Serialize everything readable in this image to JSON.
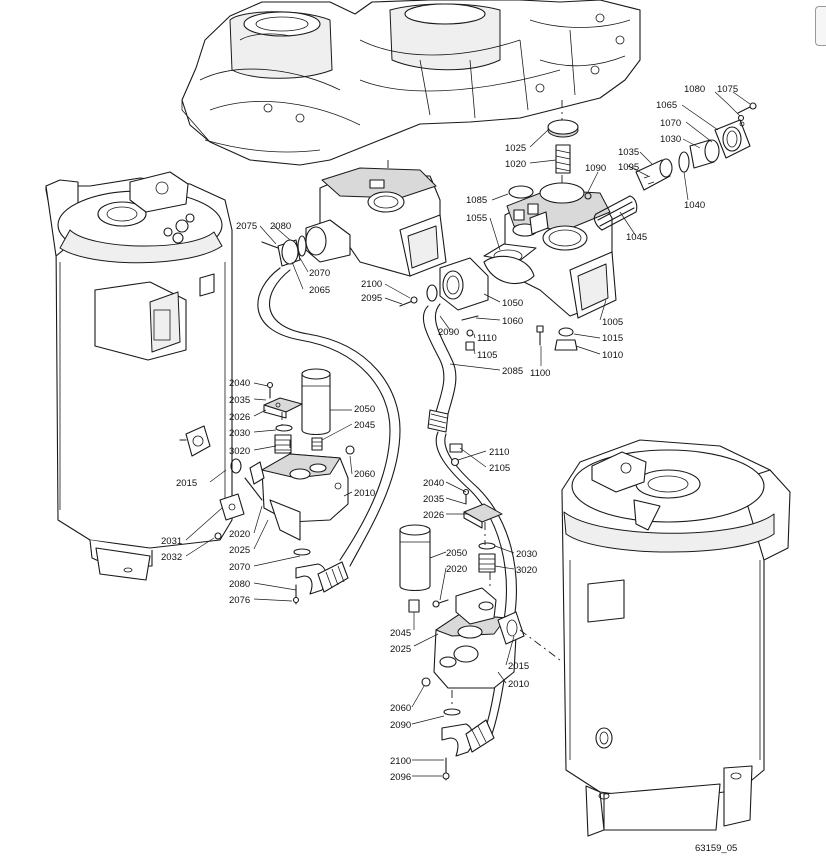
{
  "labels": {
    "p1080": "1080",
    "p1075": "1075",
    "p1065": "1065",
    "p1070": "1070",
    "p1030": "1030",
    "p1040": "1040",
    "p1025": "1025",
    "p1020": "1020",
    "p1090": "1090",
    "p1035": "1035",
    "p1095": "1095",
    "p1085": "1085",
    "p1055": "1055",
    "p1045": "1045",
    "p2075": "2075",
    "p2080a": "2080",
    "p2070a": "2070",
    "p2065": "2065",
    "p2100a": "2100",
    "p2095": "2095",
    "p1050": "1050",
    "p1060": "1060",
    "p1005": "1005",
    "p2090a": "2090",
    "p1110": "1110",
    "p1105": "1105",
    "p1015": "1015",
    "p1010": "1010",
    "p1100": "1100",
    "p2085": "2085",
    "p2040a": "2040",
    "p2035a": "2035",
    "p2026a": "2026",
    "p2030a": "2030",
    "p3020a": "3020",
    "p2050a": "2050",
    "p2045a": "2045",
    "p2015a": "2015",
    "p2060a": "2060",
    "p2010a": "2010",
    "p2020a": "2020",
    "p2025a": "2025",
    "p2031": "2031",
    "p2032": "2032",
    "p2070b": "2070",
    "p2080b": "2080",
    "p2076": "2076",
    "p2110": "2110",
    "p2105": "2105",
    "p2040b": "2040",
    "p2035b": "2035",
    "p2026b": "2026",
    "p2050b": "2050",
    "p2030b": "2030",
    "p2020b": "2020",
    "p3020b": "3020",
    "p2045b": "2045",
    "p2025b": "2025",
    "p2015b": "2015",
    "p2010b": "2010",
    "p2060b": "2060",
    "p2090b": "2090",
    "p2100b": "2100",
    "p2096": "2096"
  },
  "drawing_code": "63159_05"
}
